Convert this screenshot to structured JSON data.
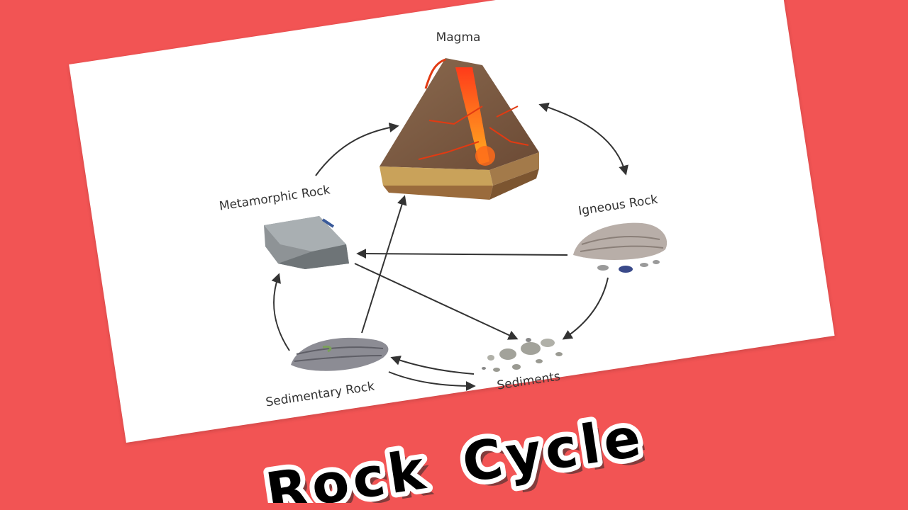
{
  "nodes": {
    "magma": "Magma",
    "metamorphic": "Metamorphic Rock",
    "igneous": "Igneous Rock",
    "sediments": "Sediments",
    "sedimentary": "Sedimentary Rock"
  },
  "caption": {
    "rock": "Rock",
    "cycle": "Cycle"
  },
  "colors": {
    "background": "#f25454",
    "card": "#ffffff",
    "arrow": "#333333",
    "lava": "#f05a14"
  }
}
